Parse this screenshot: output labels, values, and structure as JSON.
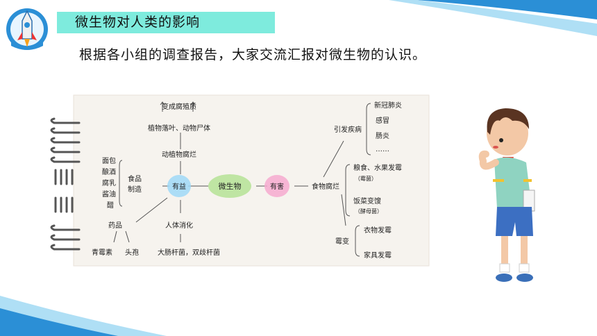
{
  "header": {
    "title": "微生物对人类的影响",
    "subtitle": "根据各小组的调查报告，大家交流汇报对微生物的认识。"
  },
  "colors": {
    "title_bar": "#7eebdd",
    "accent_blue": "#2b8fd6",
    "wave_light": "#9bd7f2",
    "node_beneficial": "#9fd8f7",
    "node_center": "#b9e39a",
    "node_harmful": "#f6a9cf"
  },
  "icons": {
    "logo": "rocket-icon",
    "illustration": "boy-illustration"
  },
  "mindmap": {
    "center": "微生物",
    "beneficial": {
      "label": "有益",
      "decay_result": "变成腐殖质",
      "decay_items": "植物落叶、动物尸体",
      "decay": "动植物腐烂",
      "food_making": "食品制造",
      "foods": [
        "面包",
        "酿酒",
        "腐乳",
        "酱油",
        "醋"
      ],
      "medicine": "药品",
      "medicine_items": [
        "青霉素",
        "头孢"
      ],
      "digestion": "人体消化",
      "digestion_items": "大肠杆菌，双歧杆菌"
    },
    "harmful": {
      "label": "有害",
      "disease": "引发疾病",
      "disease_items": [
        "新冠肺炎",
        "感冒",
        "肠炎",
        "……"
      ],
      "food_rot": "食物腐烂",
      "grain_mold": "粮食、水果发霉",
      "grain_mold_note": "（霉菌）",
      "rice_spoil": "饭菜变馊",
      "rice_spoil_note": "（酵母菌）",
      "mildew": "霉变",
      "mildew_items": [
        "衣物发霉",
        "家具发霉"
      ]
    }
  }
}
